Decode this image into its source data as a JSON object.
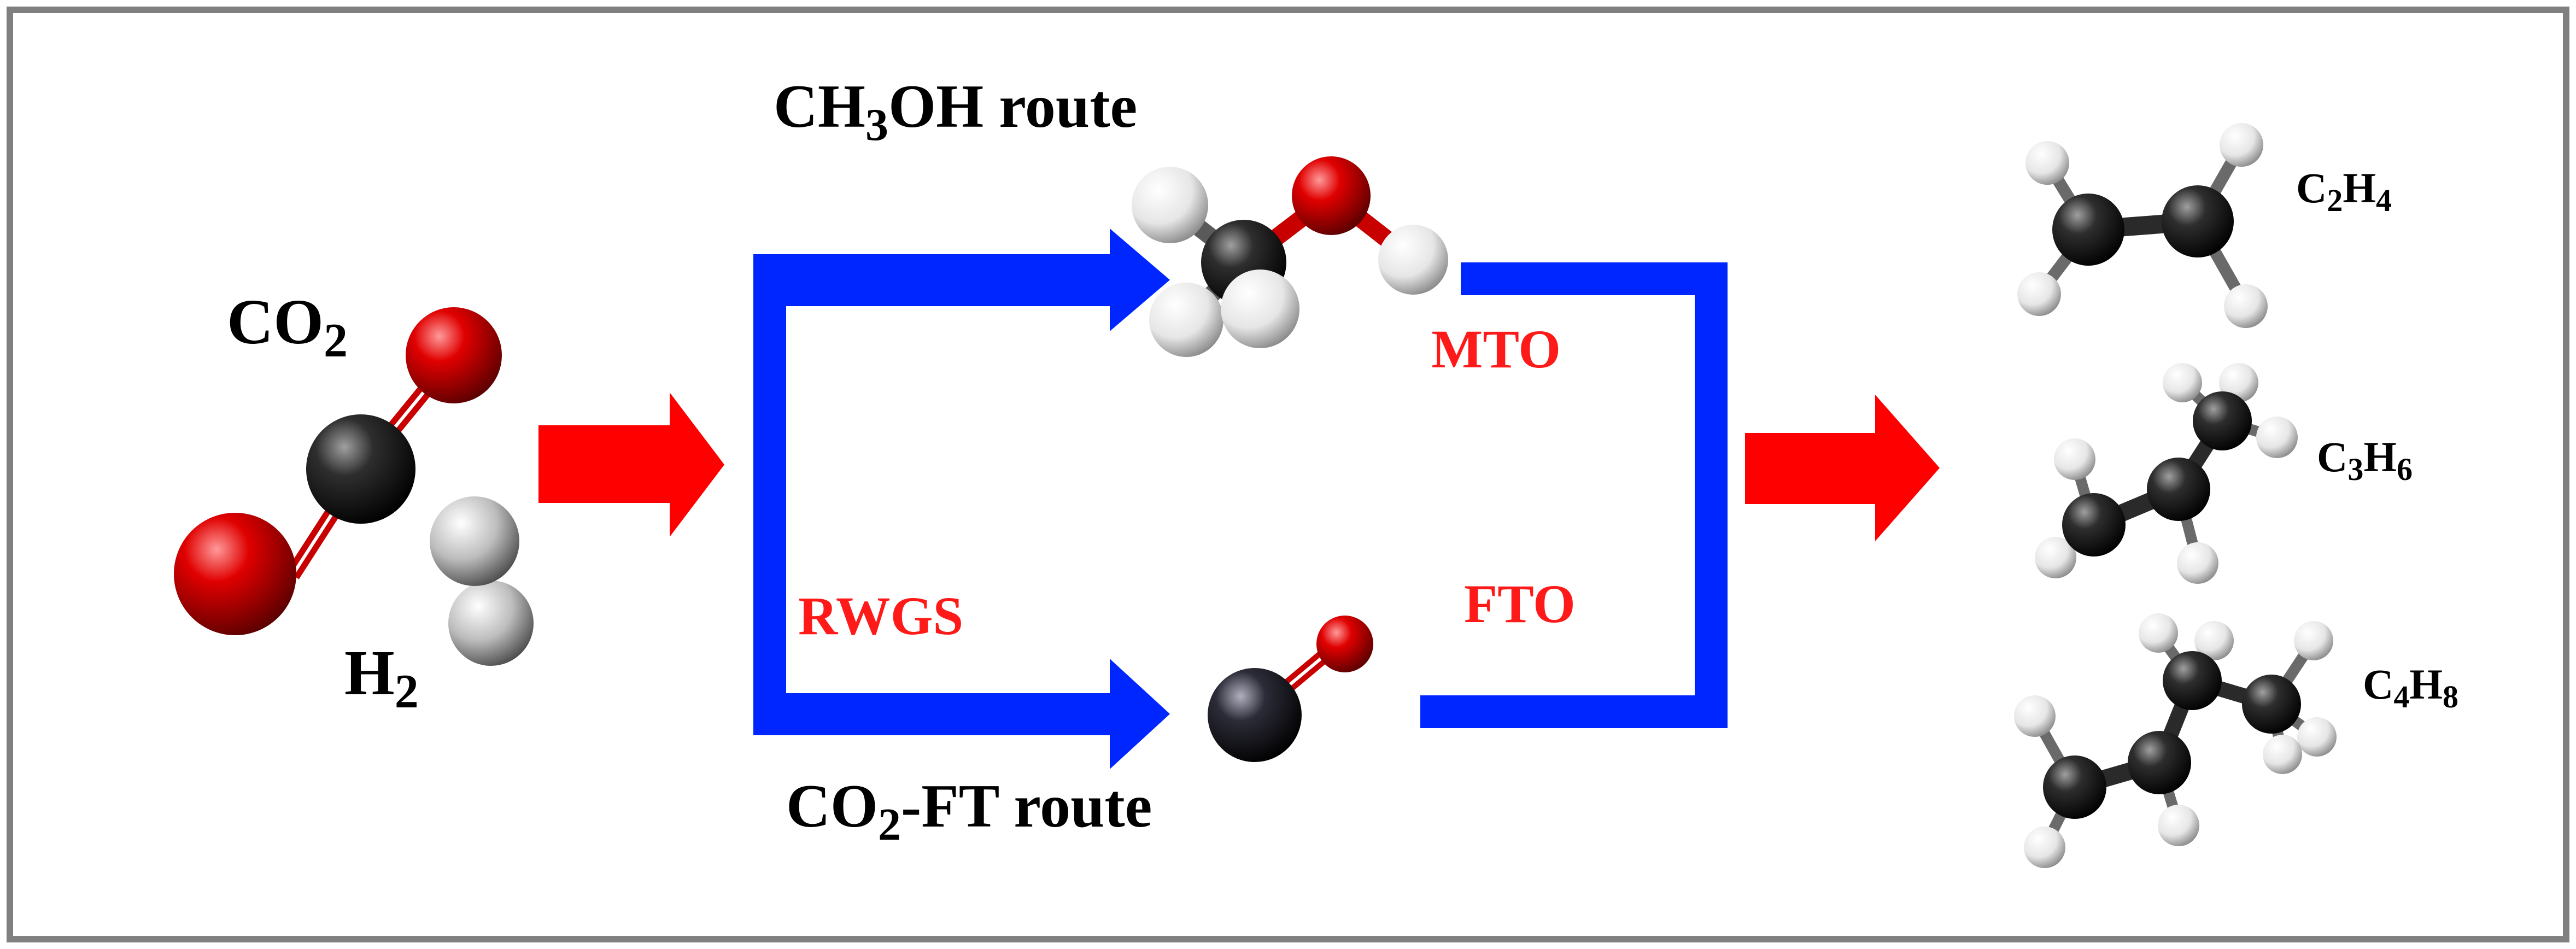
{
  "reactants": {
    "co2": {
      "base": "CO",
      "sub": "2"
    },
    "h2": {
      "base": "H",
      "sub": "2"
    }
  },
  "routes": {
    "methanol": {
      "prefix": "CH",
      "sub": "3",
      "suffix": "OH route"
    },
    "co2ft": {
      "prefix": "CO",
      "sub": "2",
      "suffix": "-FT route"
    }
  },
  "steps": {
    "mto": "MTO",
    "fto": "FTO",
    "rwgs": "RWGS"
  },
  "products": [
    {
      "c": "C",
      "cn": "2",
      "h": "H",
      "hn": "4"
    },
    {
      "c": "C",
      "cn": "3",
      "h": "H",
      "hn": "6"
    },
    {
      "c": "C",
      "cn": "4",
      "h": "H",
      "hn": "8"
    }
  ],
  "colors": {
    "frame": "#808080",
    "route_arrow": "#0026ff",
    "flow_arrow": "#ff0000",
    "step_label": "#ff1a1a",
    "oxygen_atom": "#e00000",
    "carbon_atom": "#2a2a2a",
    "hydrogen_atom": "#ffffff"
  }
}
